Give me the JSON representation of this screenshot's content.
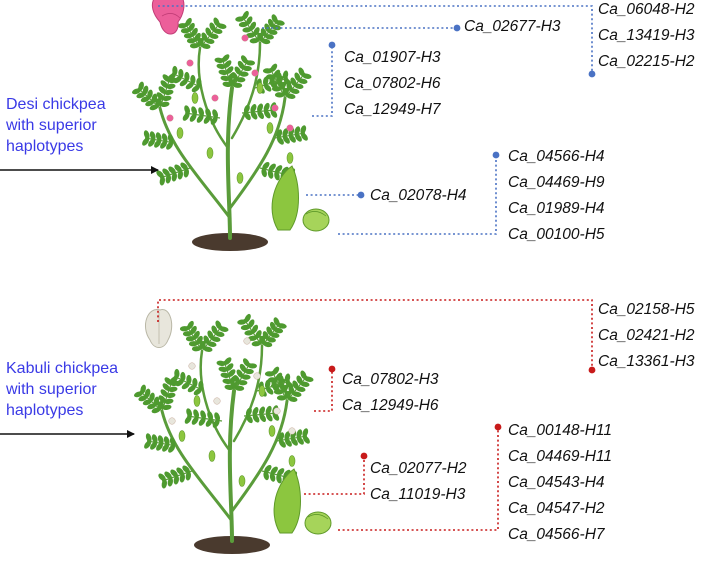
{
  "colors": {
    "desi_line": "#4a72c4",
    "kabuli_line": "#c81a1a",
    "title_text": "#3a3ae6",
    "leaf": "#4e9a2f",
    "stem": "#5a9c3a",
    "soil": "#4a3a2e",
    "desi_flower": "#ec5f9a",
    "kabuli_flower": "#e8e6dc",
    "pod": "#8cc63f"
  },
  "desi": {
    "title": [
      "Desi chickpea",
      "with superior",
      "haplotypes"
    ],
    "groups": [
      [
        "Ca_06048-H2",
        "Ca_13419-H3",
        "Ca_02215-H2"
      ],
      [
        "Ca_02677-H3"
      ],
      [
        "Ca_01907-H3",
        "Ca_07802-H6",
        "Ca_12949-H7"
      ],
      [
        "Ca_04566-H4",
        "Ca_04469-H9",
        "Ca_01989-H4",
        "Ca_00100-H5"
      ],
      [
        "Ca_02078-H4"
      ]
    ]
  },
  "kabuli": {
    "title": [
      "Kabuli chickpea",
      "with superior",
      "haplotypes"
    ],
    "groups": [
      [
        "Ca_02158-H5",
        "Ca_02421-H2",
        "Ca_13361-H3"
      ],
      [
        "Ca_07802-H3",
        "Ca_12949-H6"
      ],
      [
        "Ca_00148-H11",
        "Ca_04469-H11",
        "Ca_04543-H4",
        "Ca_04547-H2",
        "Ca_04566-H7"
      ],
      [
        "Ca_02077-H2",
        "Ca_11019-H3"
      ]
    ]
  }
}
